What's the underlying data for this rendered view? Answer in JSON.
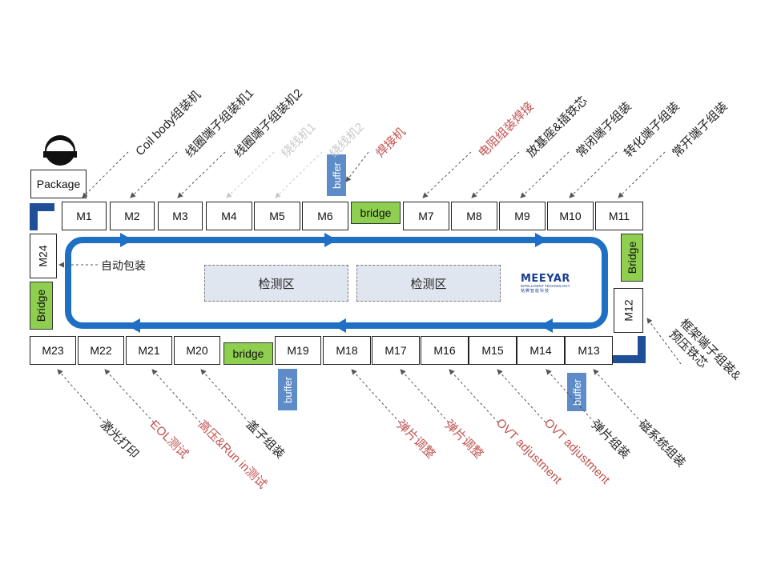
{
  "stations_top": [
    "M1",
    "M2",
    "M3",
    "M4",
    "M5",
    "M6",
    "M7",
    "M8",
    "M9",
    "M10",
    "M11"
  ],
  "stations_bottom": [
    "M23",
    "M22",
    "M21",
    "M20",
    "M19",
    "M18",
    "M17",
    "M16",
    "M15",
    "M14",
    "M13"
  ],
  "station_left": "M24",
  "station_right": "M12",
  "package_label": "Package",
  "bridge_label": "bridge",
  "bridge_vertical_label": "Bridge",
  "buffer_label": "buffer",
  "zone_label": "检测区",
  "auto_pack_label": "自动包装",
  "logo": {
    "main": "MEEYAR",
    "sub": "INTELLIGENT TECHNOLOGY",
    "cn": "铭腾智能科技",
    "color": "#1a3e8f"
  },
  "colors": {
    "loop": "#1f6fc5",
    "bridge": "#8fcf4f",
    "buffer": "#5d8cc8",
    "zone": "#dfe6ef",
    "corner": "#1f4f96",
    "label_red": "#c0504d",
    "label_gray": "#c8c8c8"
  },
  "top_labels": [
    {
      "text": "Coil body组装机",
      "color": "black"
    },
    {
      "text": "线圈端子组装机1",
      "color": "black"
    },
    {
      "text": "线圈端子组装机2",
      "color": "black"
    },
    {
      "text": "绕线机1",
      "color": "gray"
    },
    {
      "text": "绕线机2",
      "color": "gray"
    },
    {
      "text": "焊接机",
      "color": "red"
    },
    {
      "text": "电阻组装焊接",
      "color": "red"
    },
    {
      "text": "放基座&插铁芯",
      "color": "black"
    },
    {
      "text": "常闭端子组装",
      "color": "black"
    },
    {
      "text": "转化端子组装",
      "color": "black"
    },
    {
      "text": "常开端子组装",
      "color": "black"
    }
  ],
  "bottom_labels": [
    {
      "text": "激光打印",
      "color": "black"
    },
    {
      "text": "EOL测试",
      "color": "red"
    },
    {
      "text": "高压&Run in测试",
      "color": "red"
    },
    {
      "text": "盖子组装",
      "color": "black"
    },
    {
      "text": "弹片调整",
      "color": "red"
    },
    {
      "text": "弹片调整",
      "color": "red"
    },
    {
      "text": "OVT adjustment",
      "color": "red"
    },
    {
      "text": "OVT adjustment",
      "color": "red"
    },
    {
      "text": "弹片组装",
      "color": "black"
    },
    {
      "text": "磁系统组装",
      "color": "black"
    }
  ],
  "right_label_line1": "框架端子组装&",
  "right_label_line2": "预压铁芯"
}
